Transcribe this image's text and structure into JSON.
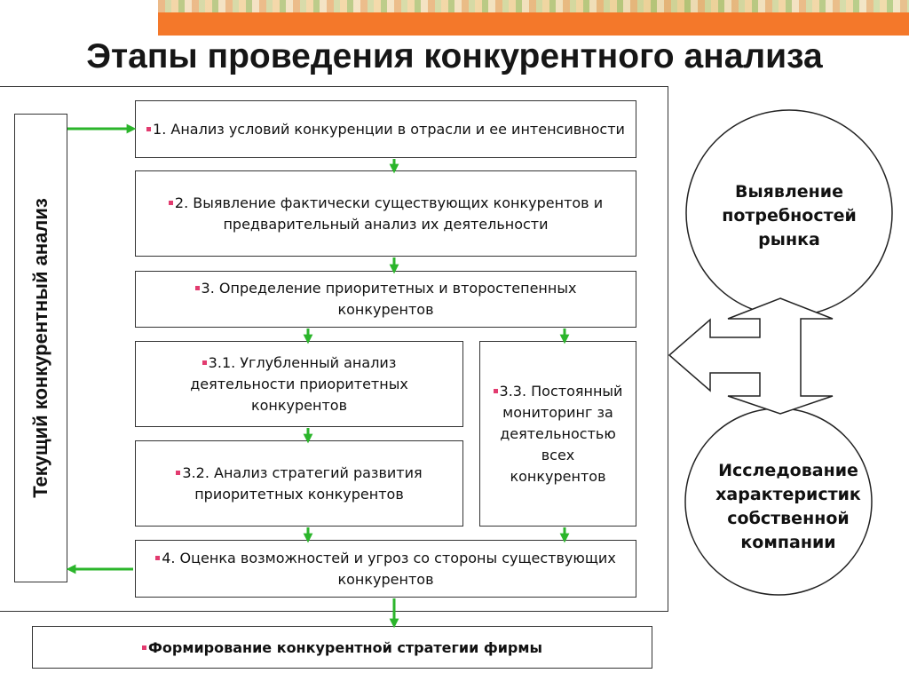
{
  "title": "Этапы  проведения конкурентного анализа",
  "side_label": "Текущий конкурентный анализ",
  "steps": {
    "s1": "1. Анализ условий конкуренции в отрасли и ее интенсивности",
    "s2": "2. Выявление фактически существующих конкурентов и предварительный анализ их деятельности",
    "s3": "3. Определение приоритетных и второстепенных конкурентов",
    "s31": "3.1. Углубленный анализ деятельности приоритетных конкурентов",
    "s32": "3.2. Анализ стратегий развития приоритетных конкурентов",
    "s33": "3.3. Постоянный мониторинг за деятельностью всех конкурентов",
    "s4": "4. Оценка возможностей и угроз со стороны существующих конкурентов"
  },
  "final": "Формирование конкурентной стратегии фирмы",
  "circles": {
    "top": "Выявление потребностей рынка",
    "bottom": "Исследование характеристик собственной компании"
  },
  "colors": {
    "arrow": "#2bb52b",
    "bullet": "#e23b6f",
    "banner": "#f4782a"
  }
}
